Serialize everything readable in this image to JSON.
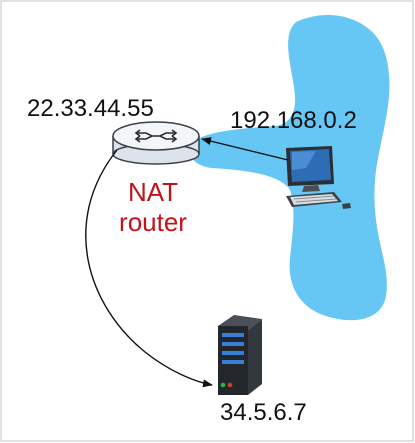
{
  "router": {
    "ip": "22.33.44.55",
    "name_line1": "NAT",
    "name_line2": "router"
  },
  "host": {
    "ip": "192.168.0.2"
  },
  "server": {
    "ip": "34.5.6.7"
  },
  "colors": {
    "lan_region": "#66c6f4",
    "nat_label": "#c0141c",
    "router_body": "#e9eef4",
    "server_body": "#23272b",
    "server_lights": "#3a7fd6",
    "monitor_screen": "#2c6db5",
    "frame_background": "#ffffff"
  },
  "icons": [
    "router-icon",
    "laptop-icon",
    "server-icon"
  ]
}
